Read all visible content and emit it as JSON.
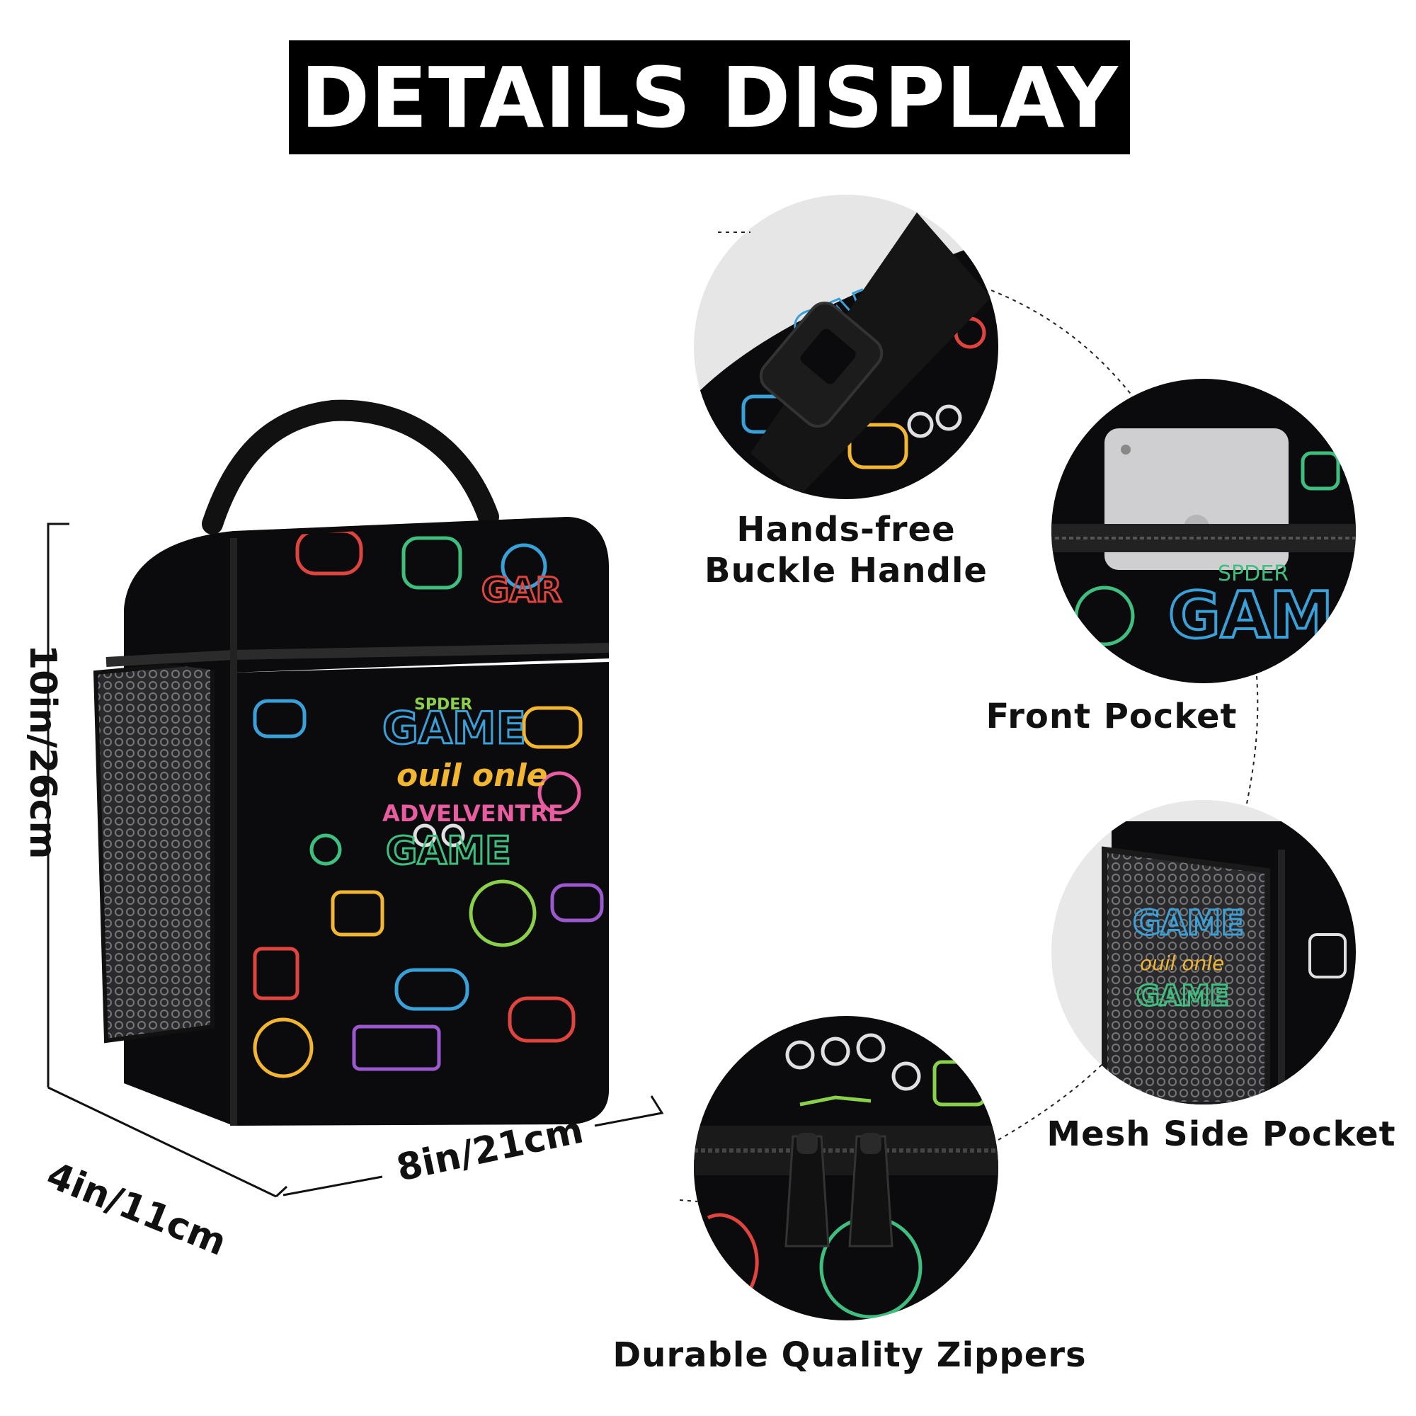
{
  "banner": {
    "title": "DETAILS DISPLAY"
  },
  "dimensions": {
    "height": "10in/26cm",
    "depth": "4in/11cm",
    "width": "8in/21cm"
  },
  "features": [
    {
      "label_line1": "Hands-free",
      "label_line2": "Buckle Handle",
      "detail": "buckle-handle"
    },
    {
      "label": "Front Pocket",
      "detail": "front-pocket"
    },
    {
      "label": "Mesh Side Pocket",
      "detail": "mesh-side-pocket"
    },
    {
      "label": "Durable Quality Zippers",
      "detail": "zippers"
    }
  ],
  "bag_print": {
    "words": [
      "GAME",
      "GAR",
      "SPDER",
      "ouil onle",
      "ADVELVENTRE",
      "GAME"
    ]
  },
  "colors": {
    "bag_body": "#0b0b0d",
    "doodle_palette": [
      "#e0443e",
      "#3fbf7f",
      "#3aa0d8",
      "#f2b630",
      "#9b59d0",
      "#e85ca0",
      "#8ad04a"
    ]
  }
}
